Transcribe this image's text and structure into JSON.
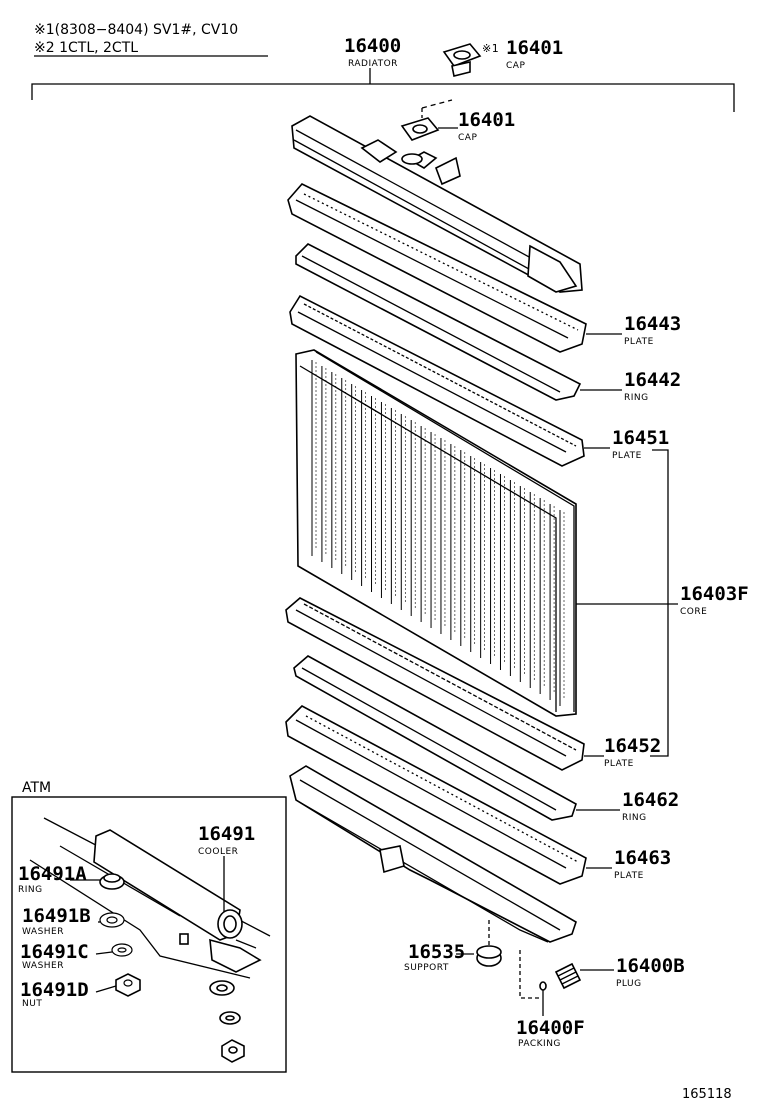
{
  "notes": {
    "line1": "※1(8308−8404) SV1#, CV10",
    "line2": "※2 1CTL, 2CTL"
  },
  "figure_number": "165118",
  "atm_label": "ATM",
  "callouts": [
    {
      "id": "16400",
      "name": "RADIATOR"
    },
    {
      "id": "16401",
      "name": "CAP",
      "mark": "※1"
    },
    {
      "id": "16401",
      "name": "CAP"
    },
    {
      "id": "16443",
      "name": "PLATE"
    },
    {
      "id": "16442",
      "name": "RING"
    },
    {
      "id": "16451",
      "name": "PLATE"
    },
    {
      "id": "16403F",
      "name": "CORE"
    },
    {
      "id": "16452",
      "name": "PLATE"
    },
    {
      "id": "16462",
      "name": "RING"
    },
    {
      "id": "16463",
      "name": "PLATE"
    },
    {
      "id": "16535",
      "name": "SUPPORT"
    },
    {
      "id": "16400B",
      "name": "PLUG"
    },
    {
      "id": "16400F",
      "name": "PACKING"
    },
    {
      "id": "16491",
      "name": "COOLER"
    },
    {
      "id": "16491A",
      "name": "RING"
    },
    {
      "id": "16491B",
      "name": "WASHER"
    },
    {
      "id": "16491C",
      "name": "WASHER"
    },
    {
      "id": "16491D",
      "name": "NUT"
    }
  ]
}
